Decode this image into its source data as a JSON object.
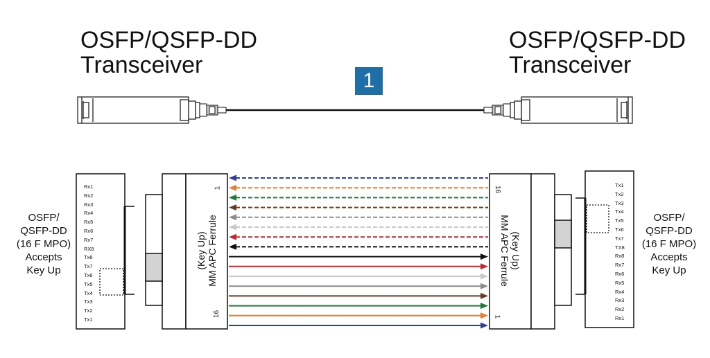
{
  "titles": {
    "left": "OSFP/QSFP-DD\nTransceiver",
    "right": "OSFP/QSFP-DD\nTransceiver"
  },
  "badge": {
    "label": "1",
    "color": "#1f6ea6"
  },
  "side_labels": {
    "left": [
      "OSFP/",
      "QSFP-DD",
      "(16 F MPO)",
      "Accepts",
      "Key Up"
    ],
    "right": [
      "OSFP/",
      "QSFP-DD",
      "(16 F MPO)",
      "Accepts",
      "Key Up"
    ]
  },
  "left_pins": [
    "Rx1",
    "Rx2",
    "Rx3",
    "Rx4",
    "Rx5",
    "Rx6",
    "Rx7",
    "RX8",
    "Tx8",
    "Tx7",
    "Tx6",
    "Tx5",
    "Tx4",
    "Tx3",
    "Tx2",
    "Tx1"
  ],
  "right_pins": [
    "Tx1",
    "Tx2",
    "Tx3",
    "Tx4",
    "Tx5",
    "Tx6",
    "Tx7",
    "TX8",
    "Rx8",
    "Rx7",
    "Rx6",
    "Rx5",
    "Rx4",
    "Rx3",
    "Rx2",
    "Rx1"
  ],
  "ferrule": {
    "left_label": "(Key Up)\nMM APC Ferrule",
    "right_label": "(Key Up)\nMM APC Ferrule",
    "left_top_num": "1",
    "left_bottom_num": "16",
    "right_top_num": "16",
    "right_bottom_num": "1"
  },
  "fibers": [
    {
      "color": "#2e3e9a",
      "style": "dashed",
      "direction": "left"
    },
    {
      "color": "#ee7a30",
      "style": "dashed",
      "direction": "left"
    },
    {
      "color": "#1f7a3a",
      "style": "dashed",
      "direction": "left"
    },
    {
      "color": "#6b3a1f",
      "style": "dashed",
      "direction": "left"
    },
    {
      "color": "#8c8c8c",
      "style": "dashed",
      "direction": "left"
    },
    {
      "color": "#c8c8c8",
      "style": "dashed",
      "direction": "left"
    },
    {
      "color": "#c8262e",
      "style": "dashed",
      "direction": "left"
    },
    {
      "color": "#111111",
      "style": "dashed",
      "direction": "left"
    },
    {
      "color": "#111111",
      "style": "solid",
      "direction": "right"
    },
    {
      "color": "#c8262e",
      "style": "solid",
      "direction": "right"
    },
    {
      "color": "#c8c8c8",
      "style": "solid",
      "direction": "right"
    },
    {
      "color": "#8c8c8c",
      "style": "solid",
      "direction": "right"
    },
    {
      "color": "#6b3a1f",
      "style": "solid",
      "direction": "right"
    },
    {
      "color": "#1f7a3a",
      "style": "solid",
      "direction": "right"
    },
    {
      "color": "#ee7a30",
      "style": "solid",
      "direction": "right"
    },
    {
      "color": "#2e3e9a",
      "style": "solid",
      "direction": "right"
    }
  ]
}
